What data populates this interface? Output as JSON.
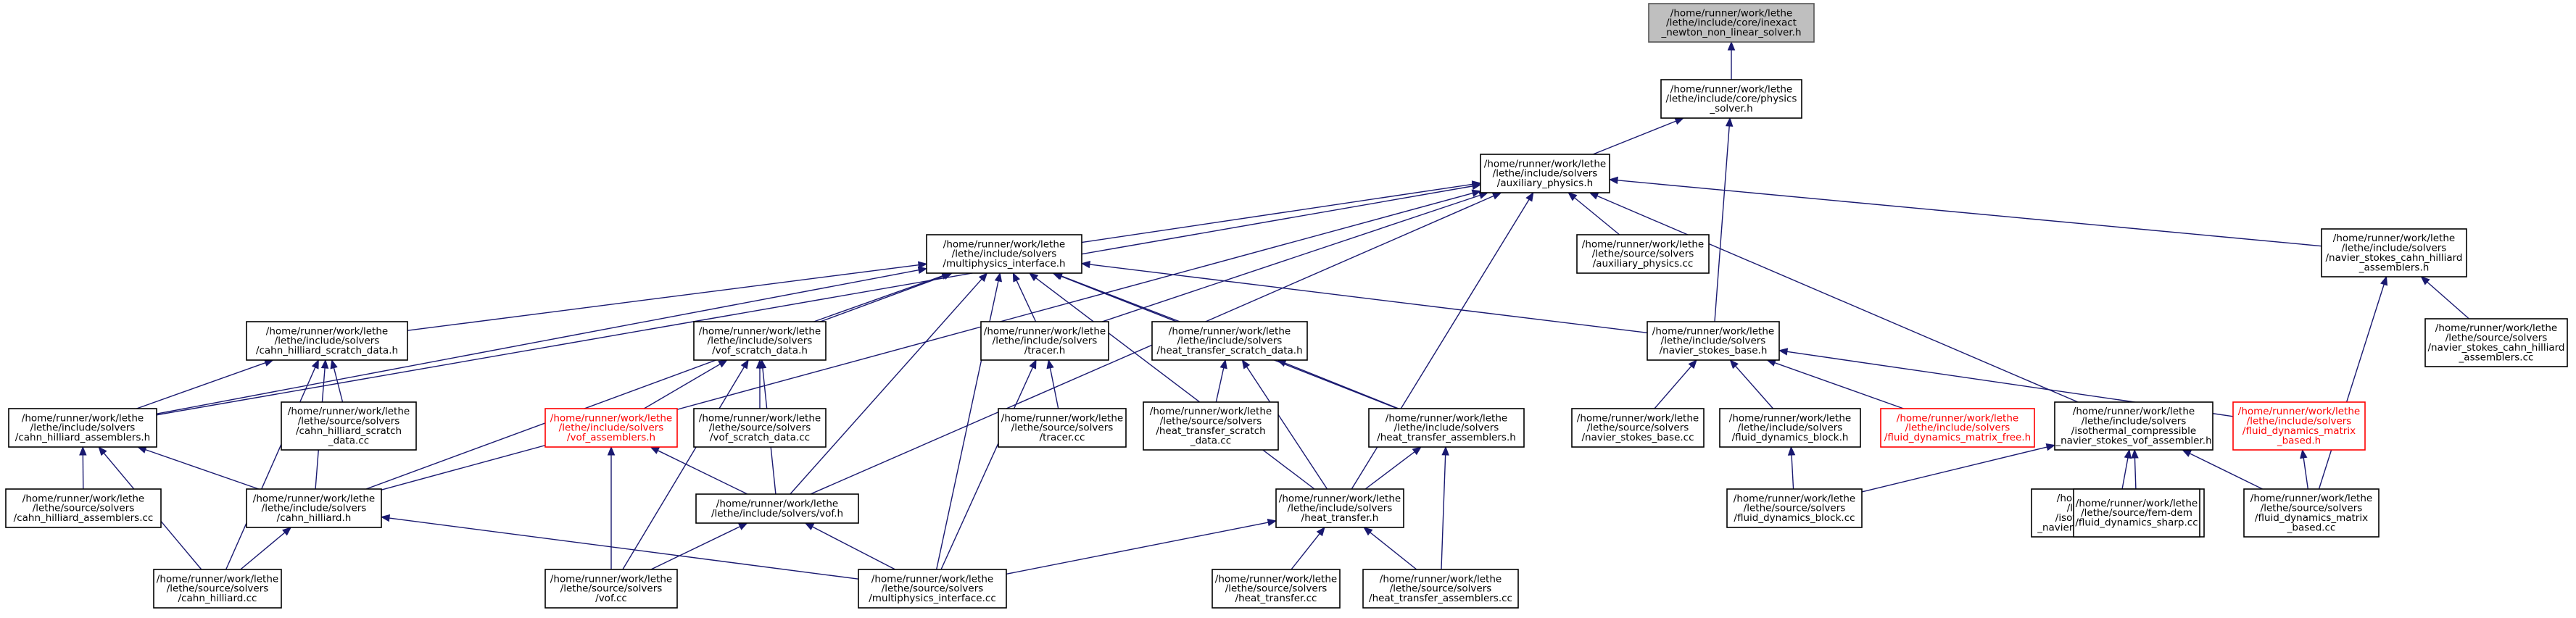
{
  "graph": {
    "edge_color": "#191970",
    "root_fill": "#bfbfbf",
    "missing_doc_color": "#ff0000",
    "nodes": [
      {
        "id": "n0",
        "name": "node-inexact-newton-non-linear-solver-h",
        "lines": [
          "/home/runner/work/lethe",
          "/lethe/include/core/inexact",
          "_newton_non_linear_solver.h"
        ],
        "style": "root"
      },
      {
        "id": "n1",
        "name": "node-physics-solver-h",
        "lines": [
          "/home/runner/work/lethe",
          "/lethe/include/core/physics",
          "_solver.h"
        ]
      },
      {
        "id": "n2",
        "name": "node-auxiliary-physics-h",
        "lines": [
          "/home/runner/work/lethe",
          "/lethe/include/solvers",
          "/auxiliary_physics.h"
        ]
      },
      {
        "id": "n3",
        "name": "node-multiphysics-interface-h",
        "lines": [
          "/home/runner/work/lethe",
          "/lethe/include/solvers",
          "/multiphysics_interface.h"
        ]
      },
      {
        "id": "n4",
        "name": "node-auxiliary-physics-cc",
        "lines": [
          "/home/runner/work/lethe",
          "/lethe/source/solvers",
          "/auxiliary_physics.cc"
        ]
      },
      {
        "id": "n5",
        "name": "node-navier-stokes-cahn-hilliard-assemblers-h",
        "lines": [
          "/home/runner/work/lethe",
          "/lethe/include/solvers",
          "/navier_stokes_cahn_hilliard",
          "_assemblers.h"
        ]
      },
      {
        "id": "n6",
        "name": "node-navier-stokes-cahn-hilliard-assemblers-cc",
        "lines": [
          "/home/runner/work/lethe",
          "/lethe/source/solvers",
          "/navier_stokes_cahn_hilliard",
          "_assemblers.cc"
        ]
      },
      {
        "id": "n7",
        "name": "node-cahn-hilliard-scratch-data-h",
        "lines": [
          "/home/runner/work/lethe",
          "/lethe/include/solvers",
          "/cahn_hilliard_scratch_data.h"
        ]
      },
      {
        "id": "n8",
        "name": "node-vof-scratch-data-h",
        "lines": [
          "/home/runner/work/lethe",
          "/lethe/include/solvers",
          "/vof_scratch_data.h"
        ]
      },
      {
        "id": "n9",
        "name": "node-tracer-h",
        "lines": [
          "/home/runner/work/lethe",
          "/lethe/include/solvers",
          "/tracer.h"
        ]
      },
      {
        "id": "n10",
        "name": "node-heat-transfer-scratch-data-h",
        "lines": [
          "/home/runner/work/lethe",
          "/lethe/include/solvers",
          "/heat_transfer_scratch_data.h"
        ]
      },
      {
        "id": "n11",
        "name": "node-navier-stokes-base-h",
        "lines": [
          "/home/runner/work/lethe",
          "/lethe/include/solvers",
          "/navier_stokes_base.h"
        ]
      },
      {
        "id": "n12",
        "name": "node-cahn-hilliard-assemblers-h",
        "lines": [
          "/home/runner/work/lethe",
          "/lethe/include/solvers",
          "/cahn_hilliard_assemblers.h"
        ]
      },
      {
        "id": "n13",
        "name": "node-cahn-hilliard-scratch-data-cc",
        "lines": [
          "/home/runner/work/lethe",
          "/lethe/source/solvers",
          "/cahn_hilliard_scratch",
          "_data.cc"
        ]
      },
      {
        "id": "n14",
        "name": "node-vof-assemblers-h",
        "lines": [
          "/home/runner/work/lethe",
          "/lethe/include/solvers",
          "/vof_assemblers.h"
        ],
        "style": "red"
      },
      {
        "id": "n15",
        "name": "node-vof-scratch-data-cc",
        "lines": [
          "/home/runner/work/lethe",
          "/lethe/source/solvers",
          "/vof_scratch_data.cc"
        ]
      },
      {
        "id": "n16",
        "name": "node-tracer-cc",
        "lines": [
          "/home/runner/work/lethe",
          "/lethe/source/solvers",
          "/tracer.cc"
        ]
      },
      {
        "id": "n17",
        "name": "node-heat-transfer-scratch-data-cc",
        "lines": [
          "/home/runner/work/lethe",
          "/lethe/source/solvers",
          "/heat_transfer_scratch",
          "_data.cc"
        ]
      },
      {
        "id": "n18",
        "name": "node-heat-transfer-assemblers-h",
        "lines": [
          "/home/runner/work/lethe",
          "/lethe/include/solvers",
          "/heat_transfer_assemblers.h"
        ]
      },
      {
        "id": "n19",
        "name": "node-navier-stokes-base-cc",
        "lines": [
          "/home/runner/work/lethe",
          "/lethe/source/solvers",
          "/navier_stokes_base.cc"
        ]
      },
      {
        "id": "n20",
        "name": "node-fluid-dynamics-block-h",
        "lines": [
          "/home/runner/work/lethe",
          "/lethe/include/solvers",
          "/fluid_dynamics_block.h"
        ]
      },
      {
        "id": "n21",
        "name": "node-fluid-dynamics-matrix-free-h",
        "lines": [
          "/home/runner/work/lethe",
          "/lethe/include/solvers",
          "/fluid_dynamics_matrix_free.h"
        ],
        "style": "red"
      },
      {
        "id": "n22",
        "name": "node-isothermal-compressible-navier-stokes-vof-assembler-h",
        "lines": [
          "/home/runner/work/lethe",
          "/lethe/include/solvers",
          "/isothermal_compressible",
          "_navier_stokes_vof_assembler.h"
        ]
      },
      {
        "id": "n23",
        "name": "node-fluid-dynamics-matrix-based-h",
        "lines": [
          "/home/runner/work/lethe",
          "/lethe/include/solvers",
          "/fluid_dynamics_matrix",
          "_based.h"
        ],
        "style": "red"
      },
      {
        "id": "n24",
        "name": "node-cahn-hilliard-assemblers-cc",
        "lines": [
          "/home/runner/work/lethe",
          "/lethe/source/solvers",
          "/cahn_hilliard_assemblers.cc"
        ]
      },
      {
        "id": "n25",
        "name": "node-cahn-hilliard-h",
        "lines": [
          "/home/runner/work/lethe",
          "/lethe/include/solvers",
          "/cahn_hilliard.h"
        ]
      },
      {
        "id": "n26",
        "name": "node-vof-h",
        "lines": [
          "/home/runner/work/lethe",
          "/lethe/include/solvers/vof.h"
        ]
      },
      {
        "id": "n27",
        "name": "node-heat-transfer-h",
        "lines": [
          "/home/runner/work/lethe",
          "/lethe/include/solvers",
          "/heat_transfer.h"
        ]
      },
      {
        "id": "n28",
        "name": "node-fluid-dynamics-block-cc",
        "lines": [
          "/home/runner/work/lethe",
          "/lethe/source/solvers",
          "/fluid_dynamics_block.cc"
        ]
      },
      {
        "id": "n29",
        "name": "node-isothermal-compressible-navier-stokes-vof-assembler-cc",
        "lines": [
          "/home/runner/work/lethe",
          "/lethe/source/solvers",
          "/isothermal_compressible",
          "_navier_stokes_vof_assembler.cc"
        ]
      },
      {
        "id": "n30",
        "name": "node-fluid-dynamics-sharp-cc",
        "lines": [
          "/home/runner/work/lethe",
          "/lethe/source/fem-dem",
          "/fluid_dynamics_sharp.cc"
        ]
      },
      {
        "id": "n31",
        "name": "node-fluid-dynamics-matrix-based-cc",
        "lines": [
          "/home/runner/work/lethe",
          "/lethe/source/solvers",
          "/fluid_dynamics_matrix",
          "_based.cc"
        ]
      },
      {
        "id": "n32",
        "name": "node-cahn-hilliard-cc",
        "lines": [
          "/home/runner/work/lethe",
          "/lethe/source/solvers",
          "/cahn_hilliard.cc"
        ]
      },
      {
        "id": "n33",
        "name": "node-vof-cc",
        "lines": [
          "/home/runner/work/lethe",
          "/lethe/source/solvers",
          "/vof.cc"
        ]
      },
      {
        "id": "n34",
        "name": "node-multiphysics-interface-cc",
        "lines": [
          "/home/runner/work/lethe",
          "/lethe/source/solvers",
          "/multiphysics_interface.cc"
        ]
      },
      {
        "id": "n35",
        "name": "node-heat-transfer-cc",
        "lines": [
          "/home/runner/work/lethe",
          "/lethe/source/solvers",
          "/heat_transfer.cc"
        ]
      },
      {
        "id": "n36",
        "name": "node-heat-transfer-assemblers-cc",
        "lines": [
          "/home/runner/work/lethe",
          "/lethe/source/solvers",
          "/heat_transfer_assemblers.cc"
        ]
      }
    ],
    "edges": [
      [
        "n1",
        "n0"
      ],
      [
        "n2",
        "n1"
      ],
      [
        "n11",
        "n1"
      ],
      [
        "n3",
        "n2"
      ],
      [
        "n4",
        "n2"
      ],
      [
        "n5",
        "n2"
      ],
      [
        "n9",
        "n2"
      ],
      [
        "n12",
        "n2"
      ],
      [
        "n22",
        "n2"
      ],
      [
        "n25",
        "n2"
      ],
      [
        "n26",
        "n2"
      ],
      [
        "n27",
        "n2"
      ],
      [
        "n6",
        "n5"
      ],
      [
        "n31",
        "n5"
      ],
      [
        "n7",
        "n3"
      ],
      [
        "n8",
        "n3"
      ],
      [
        "n9",
        "n3"
      ],
      [
        "n10",
        "n3"
      ],
      [
        "n11",
        "n3"
      ],
      [
        "n12",
        "n3"
      ],
      [
        "n25",
        "n3"
      ],
      [
        "n26",
        "n3"
      ],
      [
        "n27",
        "n3"
      ],
      [
        "n18",
        "n3"
      ],
      [
        "n34",
        "n3"
      ],
      [
        "n12",
        "n7"
      ],
      [
        "n13",
        "n7"
      ],
      [
        "n25",
        "n7"
      ],
      [
        "n32",
        "n7"
      ],
      [
        "n14",
        "n8"
      ],
      [
        "n15",
        "n8"
      ],
      [
        "n26",
        "n8"
      ],
      [
        "n33",
        "n8"
      ],
      [
        "n16",
        "n9"
      ],
      [
        "n34",
        "n9"
      ],
      [
        "n17",
        "n10"
      ],
      [
        "n18",
        "n10"
      ],
      [
        "n27",
        "n10"
      ],
      [
        "n19",
        "n11"
      ],
      [
        "n20",
        "n11"
      ],
      [
        "n21",
        "n11"
      ],
      [
        "n23",
        "n11"
      ],
      [
        "n24",
        "n12"
      ],
      [
        "n25",
        "n12"
      ],
      [
        "n32",
        "n12"
      ],
      [
        "n26",
        "n14"
      ],
      [
        "n33",
        "n14"
      ],
      [
        "n27",
        "n18"
      ],
      [
        "n36",
        "n18"
      ],
      [
        "n28",
        "n20"
      ],
      [
        "n28",
        "n22"
      ],
      [
        "n29",
        "n22"
      ],
      [
        "n30",
        "n22"
      ],
      [
        "n31",
        "n22"
      ],
      [
        "n31",
        "n23"
      ],
      [
        "n32",
        "n25"
      ],
      [
        "n34",
        "n25"
      ],
      [
        "n33",
        "n26"
      ],
      [
        "n34",
        "n26"
      ],
      [
        "n34",
        "n27"
      ],
      [
        "n35",
        "n27"
      ],
      [
        "n36",
        "n27"
      ]
    ]
  }
}
